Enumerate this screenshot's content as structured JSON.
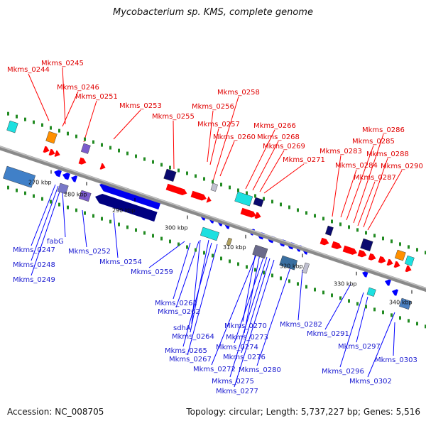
{
  "title": "Mycobacterium sp. KMS, complete genome",
  "footer": {
    "accession": "Accession: NC_008705",
    "summary": "Topology: circular; Length: 5,737,227 bp; Genes: 5,516"
  },
  "colors": {
    "forward": "#ff0000",
    "reverse": "#0000ff",
    "forward_label": "#e00000",
    "reverse_label": "#1a1ad0",
    "backbone": "#888888",
    "gc_tick": "#228b22"
  },
  "scale_ticks": [
    "270 kbp",
    "280 kbp",
    "290 kbp",
    "300 kbp",
    "310 kbp",
    "320 kbp",
    "330 kbp",
    "340 kbp"
  ],
  "forward_labels": [
    "Mkms_0244",
    "Mkms_0245",
    "Mkms_0246",
    "Mkms_0251",
    "Mkms_0253",
    "Mkms_0255",
    "Mkms_0256",
    "Mkms_0257",
    "Mkms_0258",
    "Mkms_0260",
    "Mkms_0266",
    "Mkms_0268",
    "Mkms_0269",
    "Mkms_0271",
    "Mkms_0283",
    "Mkms_0284",
    "Mkms_0285",
    "Mkms_0286",
    "Mkms_0287",
    "Mkms_0288",
    "Mkms_0290"
  ],
  "reverse_labels": [
    "fabG",
    "Mkms_0247",
    "Mkms_0248",
    "Mkms_0249",
    "Mkms_0252",
    "Mkms_0254",
    "Mkms_0259",
    "Mkms_0261",
    "Mkms_0262",
    "sdhA",
    "Mkms_0264",
    "Mkms_0265",
    "Mkms_0267",
    "Mkms_0270",
    "Mkms_0272",
    "Mkms_0273",
    "Mkms_0274",
    "Mkms_0275",
    "Mkms_0276",
    "Mkms_0277",
    "Mkms_0280",
    "Mkms_0282",
    "Mkms_0291",
    "Mkms_0296",
    "Mkms_0297",
    "Mkms_0302",
    "Mkms_0303"
  ]
}
